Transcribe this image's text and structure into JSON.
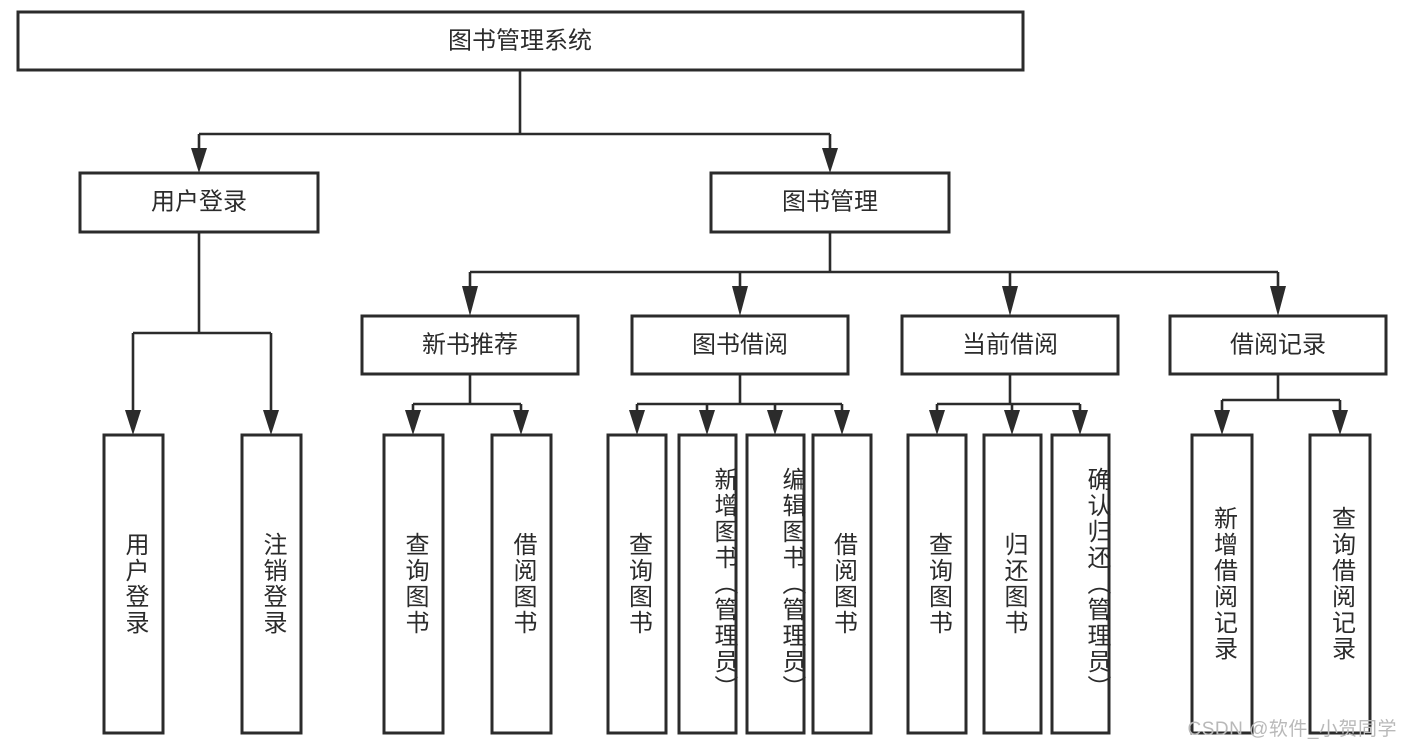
{
  "diagram": {
    "type": "tree",
    "title": "图书管理系统",
    "watermark": "CSDN @软件_小贺同学",
    "colors": {
      "background": "#ffffff",
      "stroke": "#2b2b2b",
      "text": "#2b2b2b",
      "watermark": "#b9b9b9"
    },
    "root": {
      "label": "图书管理系统",
      "level": 1
    },
    "level2": [
      {
        "label": "用户登录"
      },
      {
        "label": "图书管理"
      }
    ],
    "level3": [
      {
        "label": "新书推荐"
      },
      {
        "label": "图书借阅"
      },
      {
        "label": "当前借阅"
      },
      {
        "label": "借阅记录"
      }
    ],
    "leaves": {
      "user_login": [
        {
          "label": "用户登录"
        },
        {
          "label": "注销登录"
        }
      ],
      "new_book_recommend": [
        {
          "label": "查询图书"
        },
        {
          "label": "借阅图书"
        }
      ],
      "book_borrow": [
        {
          "label": "查询图书"
        },
        {
          "label": "新增图书（管理员）"
        },
        {
          "label": "编辑图书（管理员）"
        },
        {
          "label": "借阅图书"
        }
      ],
      "current_borrow": [
        {
          "label": "查询图书"
        },
        {
          "label": "归还图书"
        },
        {
          "label": "确认归还（管理员）"
        }
      ],
      "borrow_record": [
        {
          "label": "新增借阅记录"
        },
        {
          "label": "查询借阅记录"
        }
      ]
    }
  }
}
